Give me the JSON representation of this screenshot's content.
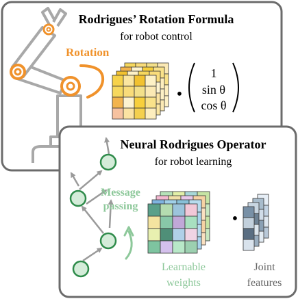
{
  "top_card": {
    "title": "Rodrigues’ Rotation Formula",
    "subtitle": "for robot control",
    "rotation_label": "Rotation",
    "vector": {
      "one": "1",
      "sin": "sin θ",
      "cos": "cos θ"
    },
    "dot": "•"
  },
  "bottom_card": {
    "title": "Neural Rodrigues Operator",
    "subtitle": "for robot learning",
    "message_label_line1": "Message",
    "message_label_line2": "passing",
    "weights_label_line1": "Learnable",
    "weights_label_line2": "weights",
    "features_label_line1": "Joint",
    "features_label_line2": "features",
    "dot": "•"
  },
  "colors": {
    "orange": "#f0922b",
    "card_border": "#6b6b6b",
    "robot_gray": "#a8a8a8",
    "green_accent": "#8dc89a",
    "node_fill": "#d4ecd9",
    "node_stroke": "#2e8b4a",
    "arrow_gray": "#9a9a9a",
    "label_gray": "#666666"
  },
  "icons": [
    "robot-arm-icon",
    "rotation-arrow-icon",
    "weight-matrix-icon",
    "feature-matrix-icon",
    "graph-nodes-icon"
  ]
}
